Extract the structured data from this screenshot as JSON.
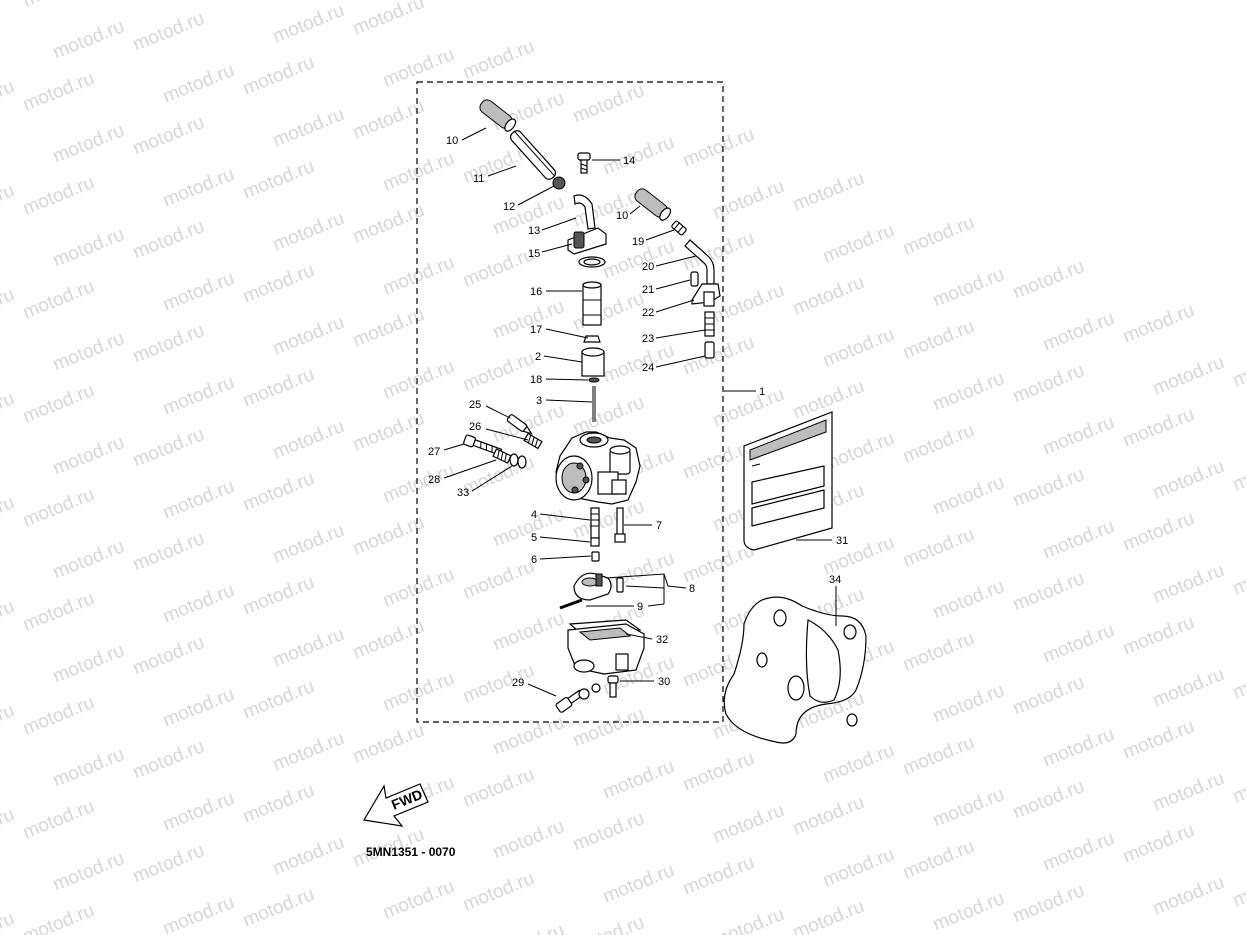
{
  "watermark": {
    "text": "motod.ru"
  },
  "diagram": {
    "drawing_code": "5MN1351 - 0070",
    "fwd_label": "FWD",
    "callouts": [
      {
        "id": "c10a",
        "label": "10"
      },
      {
        "id": "c11",
        "label": "11"
      },
      {
        "id": "c14",
        "label": "14"
      },
      {
        "id": "c12",
        "label": "12"
      },
      {
        "id": "c13",
        "label": "13"
      },
      {
        "id": "c15",
        "label": "15"
      },
      {
        "id": "c10b",
        "label": "10"
      },
      {
        "id": "c19",
        "label": "19"
      },
      {
        "id": "c20",
        "label": "20"
      },
      {
        "id": "c21",
        "label": "21"
      },
      {
        "id": "c22",
        "label": "22"
      },
      {
        "id": "c16",
        "label": "16"
      },
      {
        "id": "c17",
        "label": "17"
      },
      {
        "id": "c23",
        "label": "23"
      },
      {
        "id": "c2",
        "label": "2"
      },
      {
        "id": "c24",
        "label": "24"
      },
      {
        "id": "c18",
        "label": "18"
      },
      {
        "id": "c1",
        "label": "1"
      },
      {
        "id": "c3",
        "label": "3"
      },
      {
        "id": "c25",
        "label": "25"
      },
      {
        "id": "c26",
        "label": "26"
      },
      {
        "id": "c27",
        "label": "27"
      },
      {
        "id": "c28",
        "label": "28"
      },
      {
        "id": "c33",
        "label": "33"
      },
      {
        "id": "c4",
        "label": "4"
      },
      {
        "id": "c7",
        "label": "7"
      },
      {
        "id": "c5",
        "label": "5"
      },
      {
        "id": "c31",
        "label": "31"
      },
      {
        "id": "c6",
        "label": "6"
      },
      {
        "id": "c8",
        "label": "8"
      },
      {
        "id": "c9",
        "label": "9"
      },
      {
        "id": "c34",
        "label": "34"
      },
      {
        "id": "c32",
        "label": "32"
      },
      {
        "id": "c29",
        "label": "29"
      },
      {
        "id": "c30",
        "label": "30"
      }
    ]
  }
}
